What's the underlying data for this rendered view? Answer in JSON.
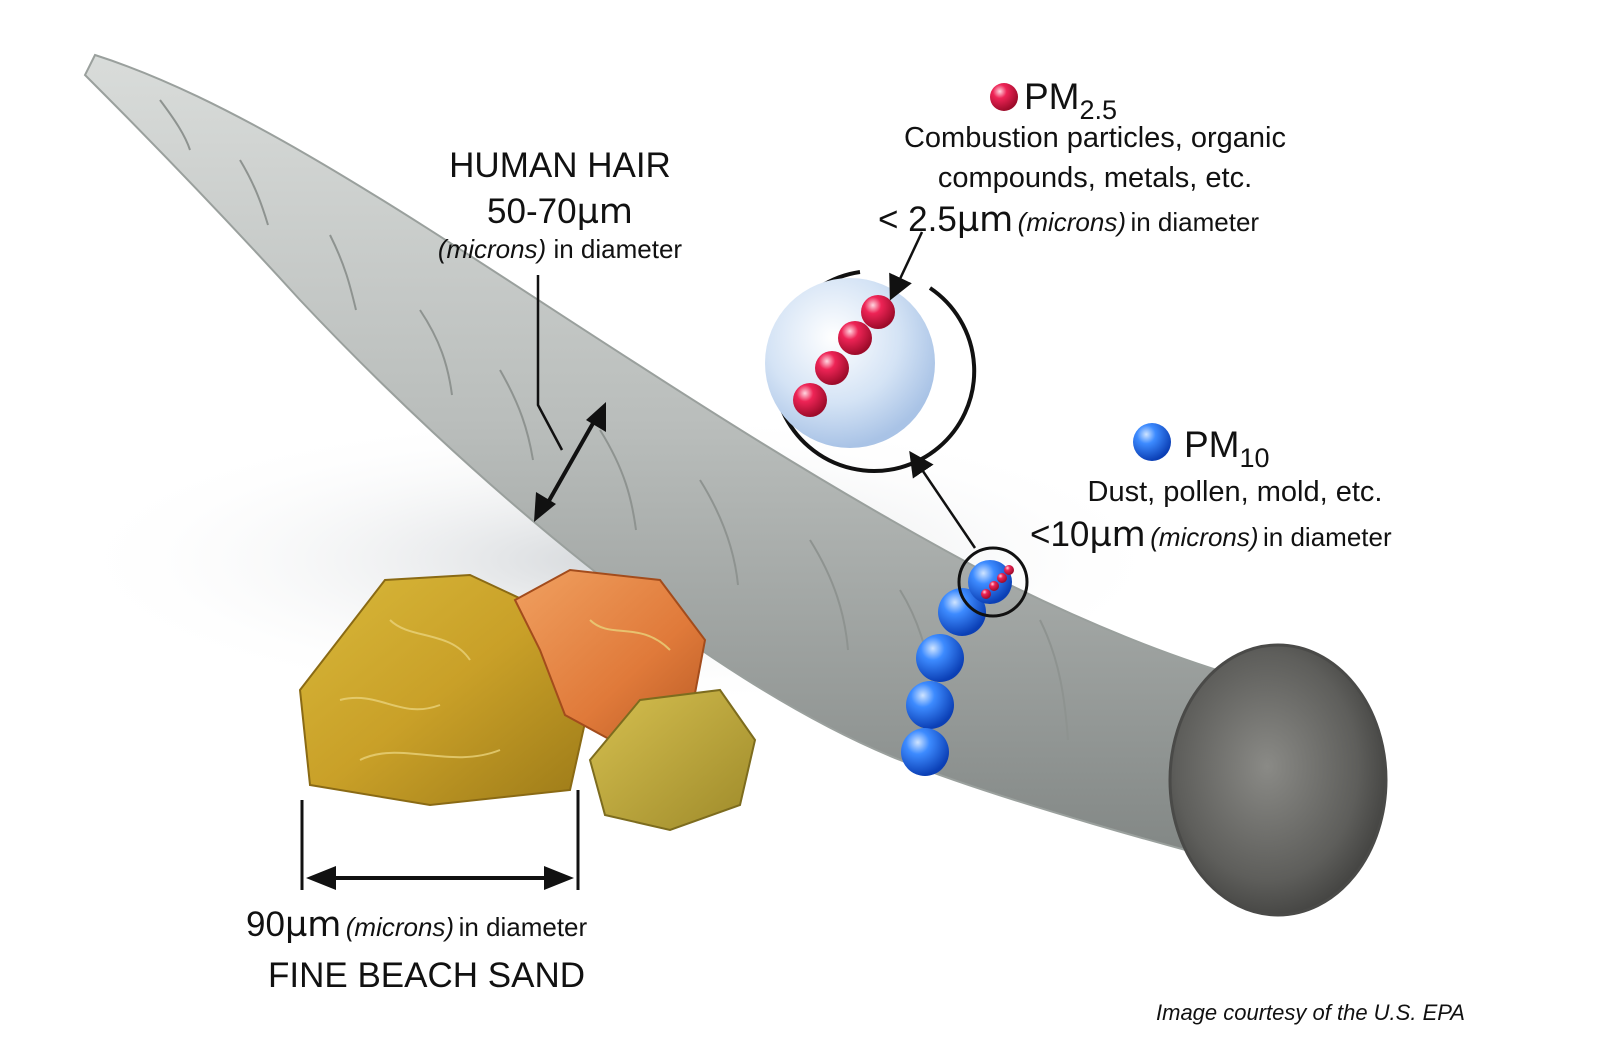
{
  "hair": {
    "title": "HUMAN HAIR",
    "size_value": "50-70",
    "unit": "µm",
    "microns": "(microns)",
    "suffix": "in diameter"
  },
  "pm25": {
    "name_main": "PM",
    "name_sub": "2.5",
    "desc_line1": "Combustion particles, organic",
    "desc_line2": "compounds, metals, etc.",
    "size_prefix": "< 2.5",
    "unit": "µm",
    "microns": "(microns)",
    "suffix": "in diameter",
    "color": "#e8163a"
  },
  "pm10": {
    "name_main": "PM",
    "name_sub": "10",
    "desc": "Dust, pollen, mold, etc.",
    "size_prefix": "<10",
    "unit": "µm",
    "microns": "(microns)",
    "suffix": "in diameter",
    "color": "#1f6ff0"
  },
  "sand": {
    "size_value": "90",
    "unit": "µm",
    "microns": "(microns)",
    "suffix": "in diameter",
    "title": "FINE BEACH SAND"
  },
  "credit": "Image courtesy of the U.S. EPA"
}
